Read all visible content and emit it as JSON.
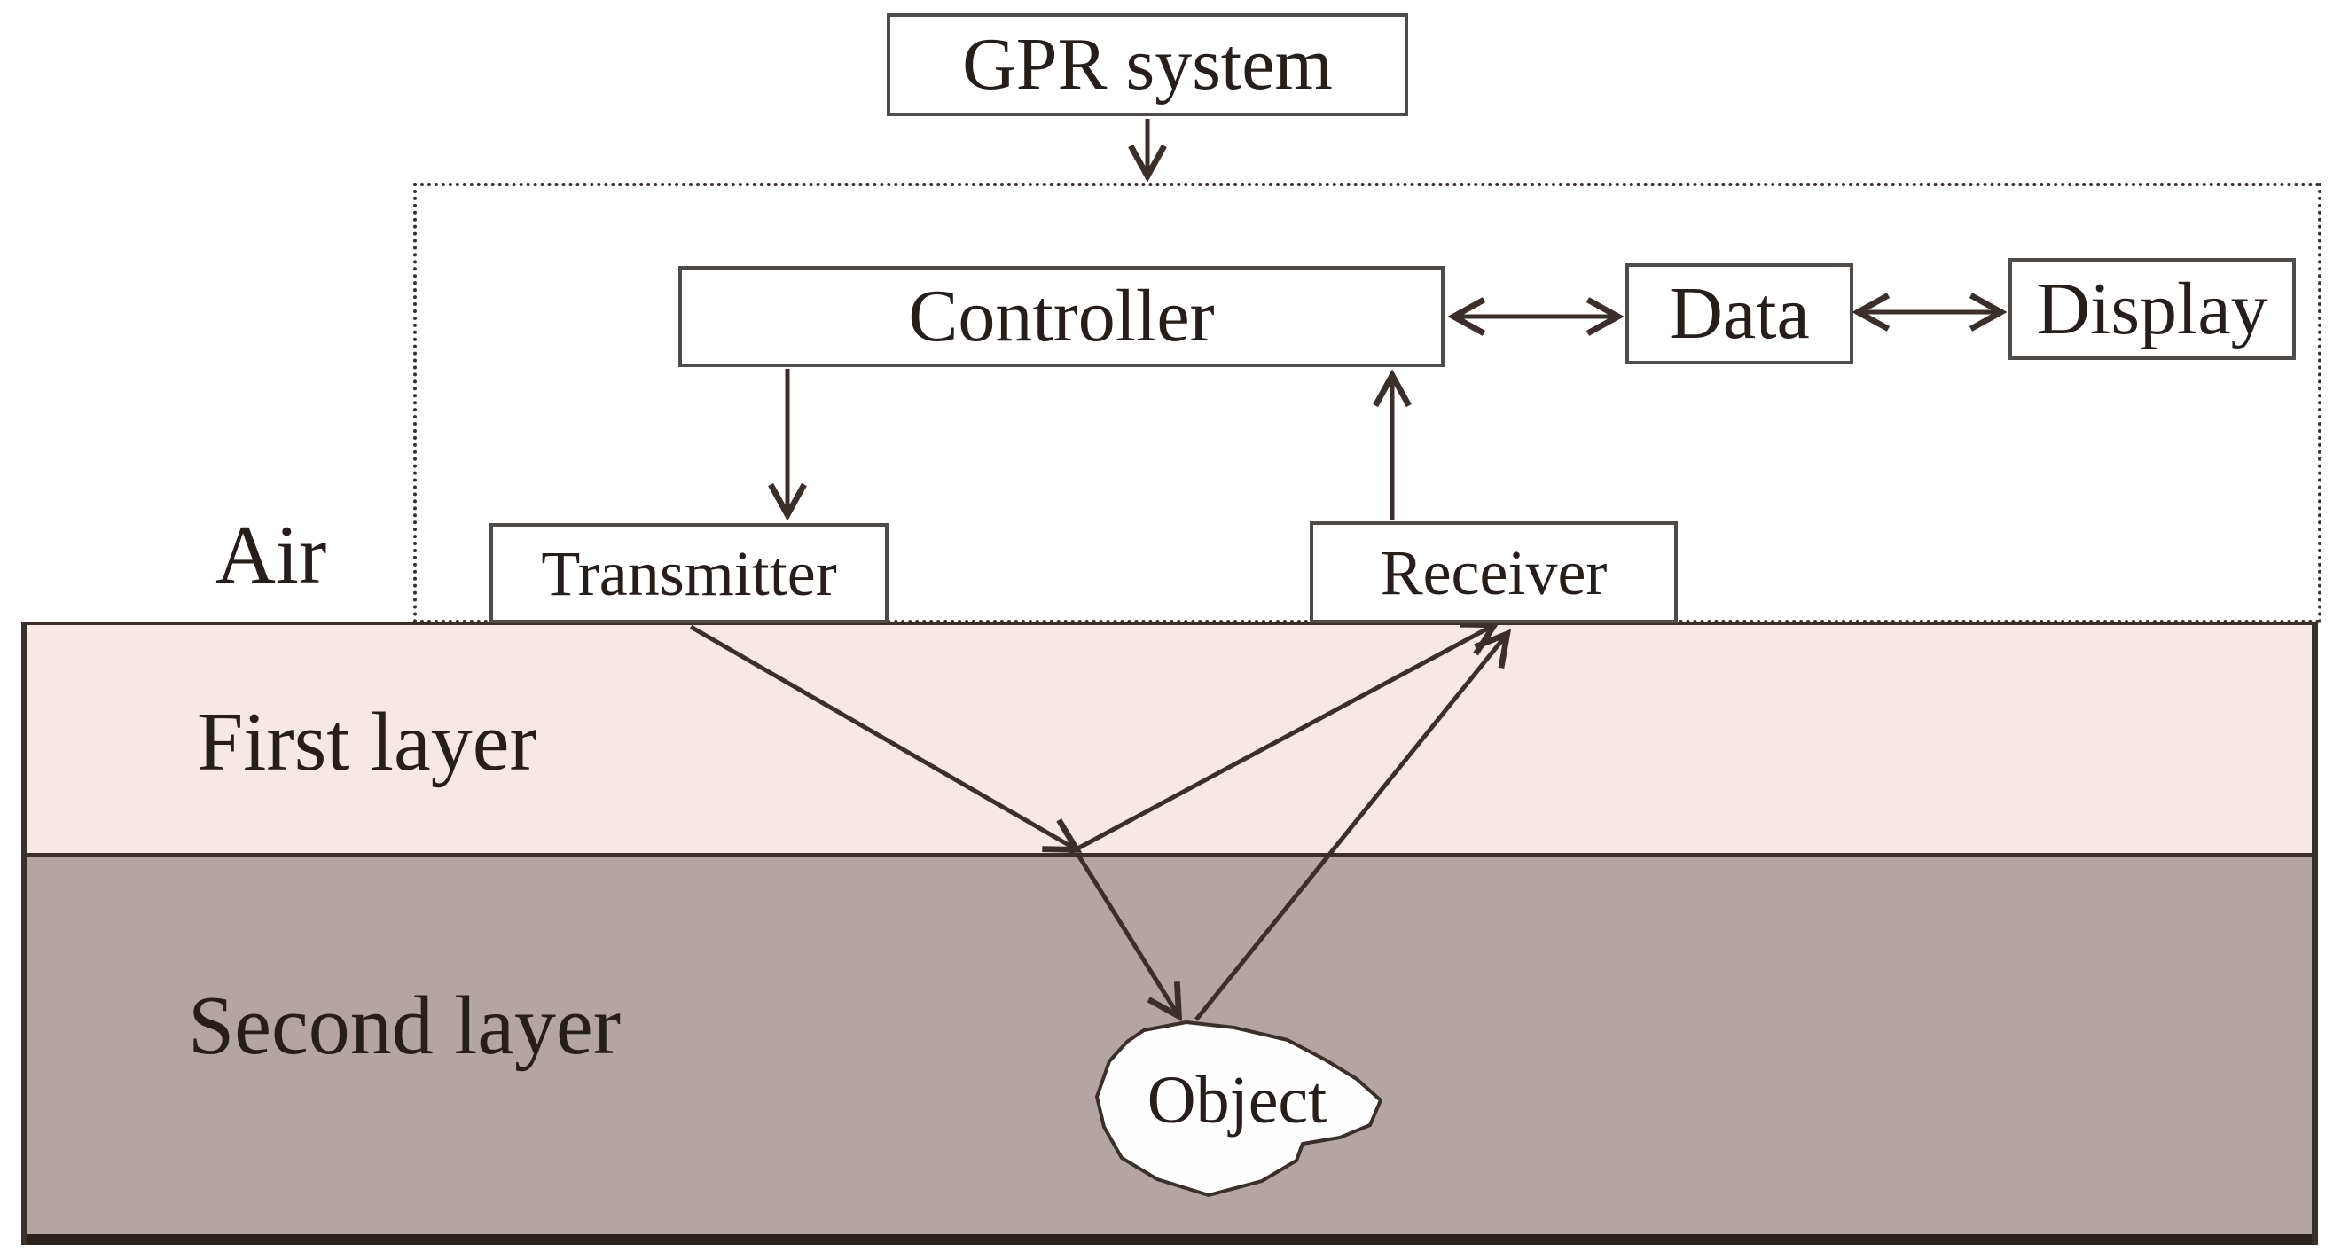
{
  "boxes": {
    "gpr_system": "GPR system",
    "controller": "Controller",
    "data": "Data",
    "display": "Display",
    "transmitter": "Transmitter",
    "receiver": "Receiver"
  },
  "labels": {
    "air": "Air",
    "first_layer": "First layer",
    "second_layer": "Second layer",
    "object": "Object"
  },
  "colors": {
    "background": "#ffffff",
    "first_layer_fill": "#f6e8e6",
    "second_layer_fill": "#b3a5a3",
    "object_fill": "#fefefe",
    "line": "#3a2f2a",
    "box_border": "#4f4b49",
    "box_fill": "#ffffff",
    "bottom_bar": "#2a201c",
    "text": "#251e1b"
  },
  "connections": [
    {
      "from": "gpr_system",
      "to": "enclosure",
      "bidirectional": false
    },
    {
      "from": "controller",
      "to": "transmitter",
      "bidirectional": false
    },
    {
      "from": "receiver",
      "to": "controller",
      "bidirectional": false
    },
    {
      "from": "controller",
      "to": "data",
      "bidirectional": true
    },
    {
      "from": "data",
      "to": "display",
      "bidirectional": true
    },
    {
      "from": "transmitter",
      "to": "layer_boundary_point",
      "bidirectional": false
    },
    {
      "from": "layer_boundary_point",
      "to": "receiver",
      "bidirectional": false
    },
    {
      "from": "layer_boundary_point",
      "to": "object",
      "bidirectional": false
    },
    {
      "from": "object",
      "to": "receiver",
      "bidirectional": false
    }
  ]
}
